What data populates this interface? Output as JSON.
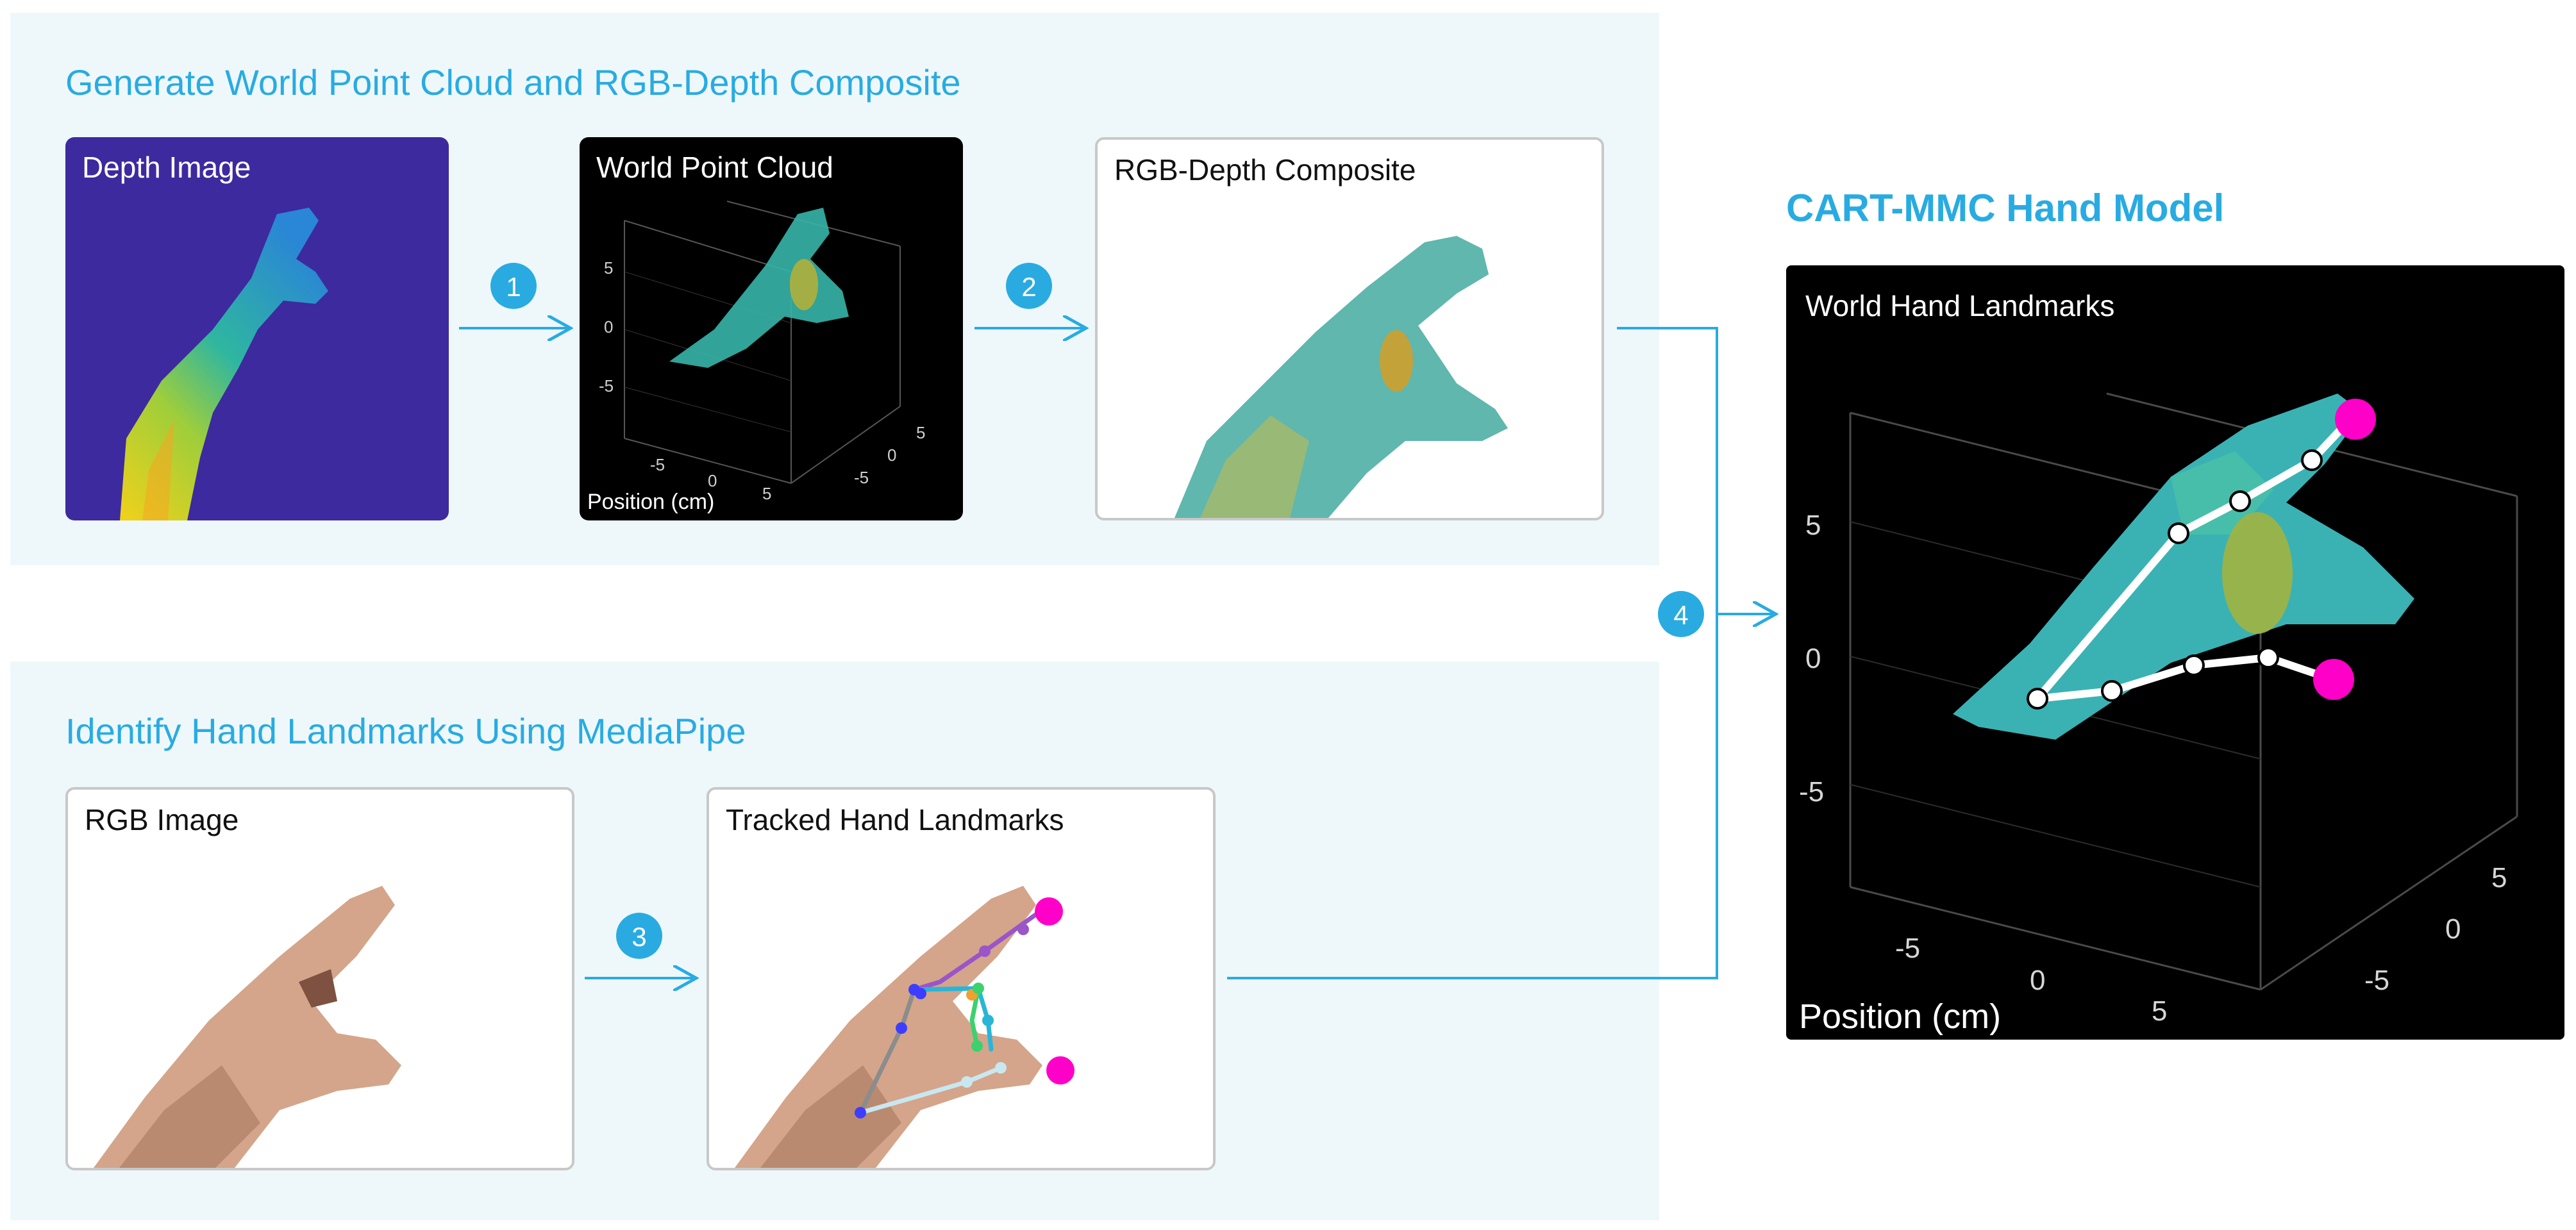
{
  "sections": {
    "top_title": "Generate World Point Cloud and RGB-Depth Composite",
    "bottom_title": "Identify Hand Landmarks Using MediaPipe"
  },
  "boxes": {
    "depth_image": "Depth Image",
    "world_point_cloud": "World Point Cloud",
    "rgb_depth_composite": "RGB-Depth Composite",
    "rgb_image": "RGB Image",
    "tracked_landmarks": "Tracked Hand Landmarks",
    "world_hand_landmarks": "World Hand Landmarks"
  },
  "model_title": "CART-MMC Hand Model",
  "steps": [
    "1",
    "2",
    "3",
    "4"
  ],
  "small_axes": {
    "z_ticks": [
      "5",
      "0",
      "-5"
    ],
    "x_ticks": [
      "-5",
      "0",
      "5"
    ],
    "y_ticks": [
      "5",
      "0",
      "-5"
    ],
    "label": "Position (cm)"
  },
  "big_axes": {
    "z_ticks": [
      "5",
      "0",
      "-5"
    ],
    "x_ticks": [
      "-5",
      "0",
      "5"
    ],
    "y_ticks": [
      "5",
      "0",
      "-5"
    ],
    "label": "Position (cm)"
  },
  "colors": {
    "accent": "#29abe2",
    "panel_bg": "#eef8fb",
    "fingertip": "#ff00c8",
    "depth_bg": "#3d2a9e"
  }
}
